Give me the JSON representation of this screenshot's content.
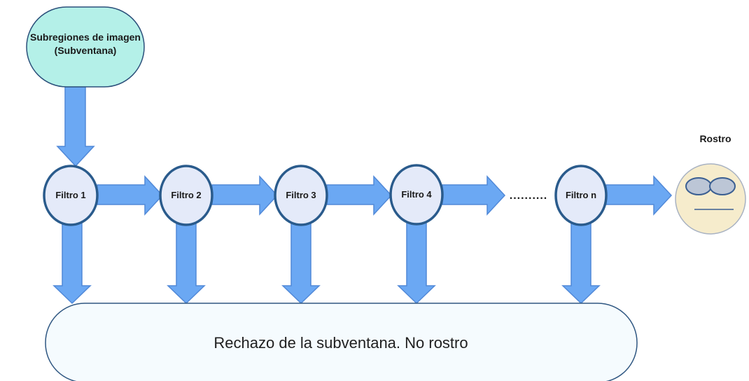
{
  "start_node": {
    "line1": "Subregiones de imagen",
    "line2": "(Subventana)"
  },
  "filters": [
    {
      "label": "Filtro 1"
    },
    {
      "label": "Filtro 2"
    },
    {
      "label": "Filtro 3"
    },
    {
      "label": "Filtro 4"
    },
    {
      "label": "Filtro n"
    }
  ],
  "ellipsis": "..........",
  "face_node": {
    "title": "Rostro"
  },
  "reject_node": {
    "label": "Rechazo de la subventana. No rostro"
  },
  "colors": {
    "arrow_fill": "#6ba8f3",
    "arrow_stroke": "#5189d8",
    "filter_fill": "#e4eaf9",
    "filter_stroke": "#2a5b8c",
    "start_fill": "#b4f0e8",
    "start_stroke": "#2b4f7a",
    "face_fill": "#f6eccc",
    "face_stroke": "#a8b2c2",
    "reject_fill": "#f5fbfe",
    "reject_stroke": "#2e5681"
  }
}
